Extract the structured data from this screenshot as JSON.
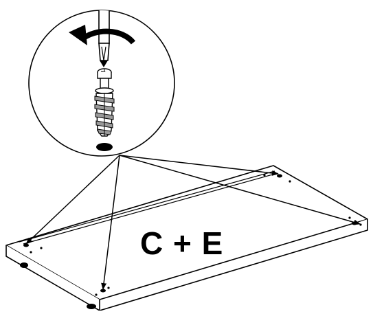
{
  "instruction": {
    "part_label": "C + E",
    "action": "screw-in-cam-bolt-clockwise",
    "bolt_locations": 4
  },
  "colors": {
    "ink": "#000000",
    "paper": "#ffffff",
    "screw_shade": "#9a9a9a"
  },
  "icons": [
    "screwdriver-icon",
    "rotate-clockwise-arrow-icon",
    "cam-bolt-icon",
    "hole-marker-icon"
  ]
}
